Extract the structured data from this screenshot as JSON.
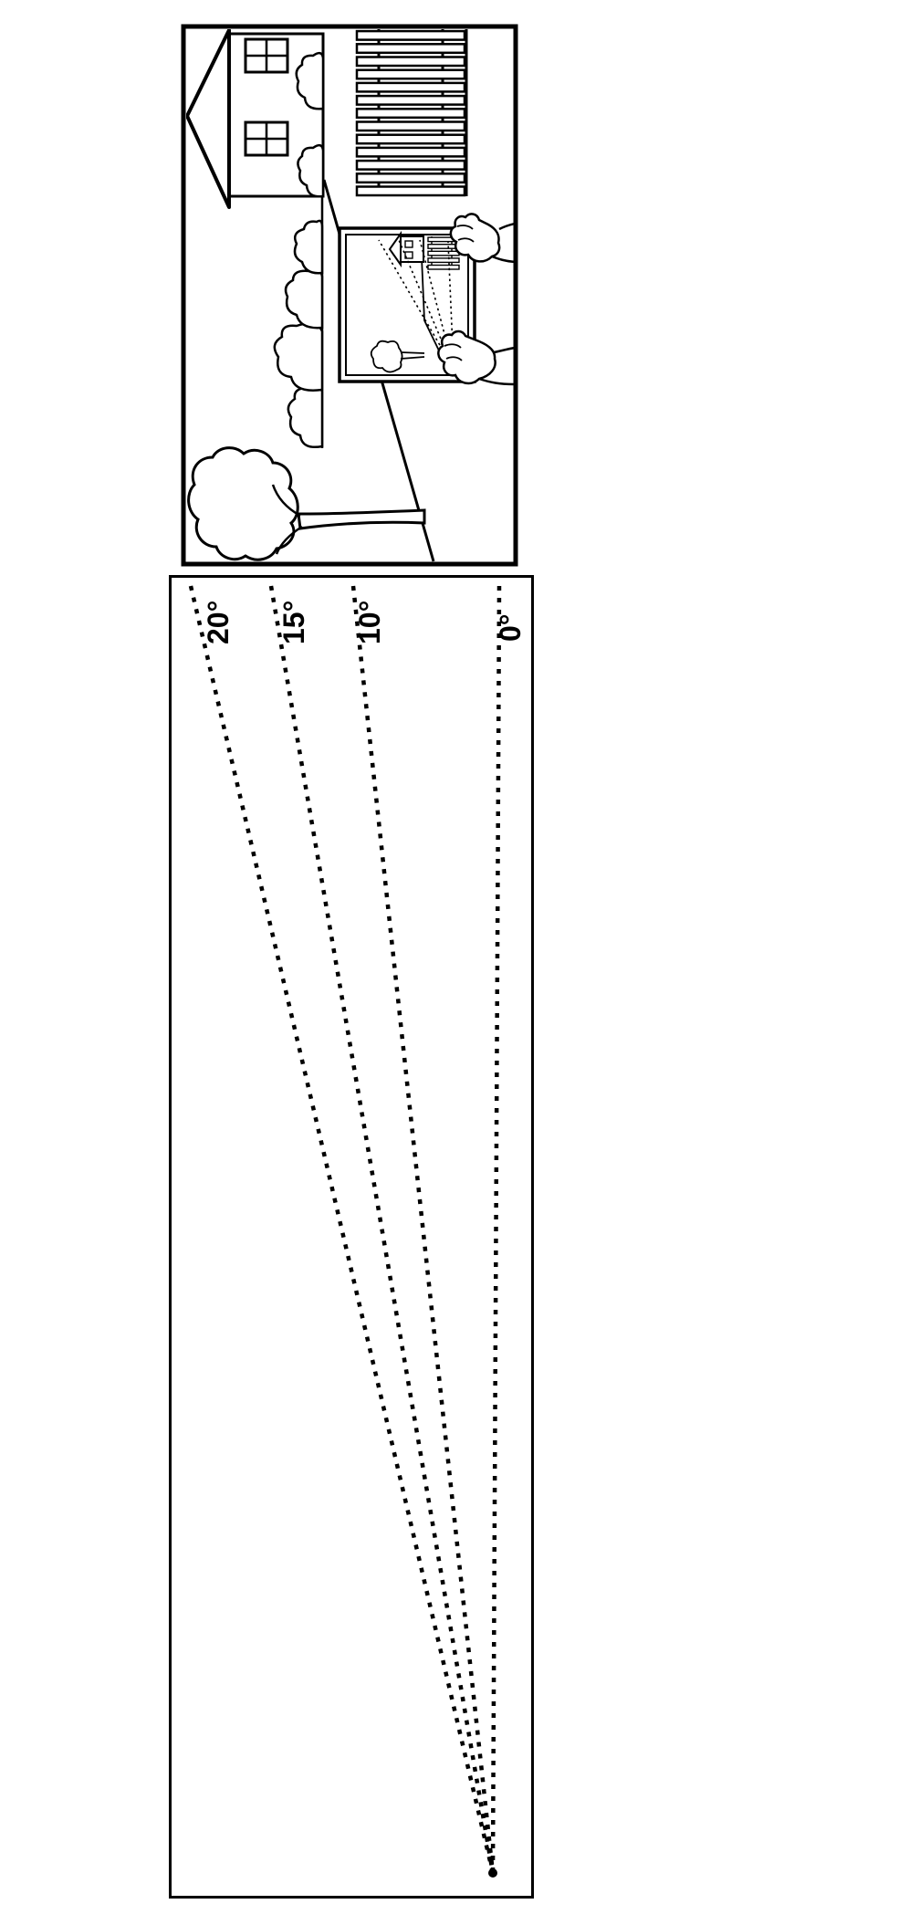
{
  "figure": {
    "ink_color": "#000000",
    "paper_color": "#ffffff",
    "top_panel": {
      "type": "illustration",
      "depicts": "hands holding a small framed picture of the scene at arm's length",
      "elements": [
        "house",
        "gable-roof",
        "four-pane-windows",
        "picket-fence",
        "foundation-shrubs",
        "background-bushes",
        "hill-slope",
        "large-tree",
        "held-picture-frame",
        "miniature-scene",
        "miniature-perspective-rays",
        "left-hand",
        "right-hand"
      ]
    },
    "bottom_panel": {
      "type": "angle-diagram",
      "depicts": "dotted rays from an eye point labeled with viewing angles",
      "rays": [
        {
          "label": "20°",
          "angle_deg": 20
        },
        {
          "label": "15°",
          "angle_deg": 15
        },
        {
          "label": "10°",
          "angle_deg": 10
        },
        {
          "label": "0°",
          "angle_deg": 0
        }
      ]
    }
  }
}
